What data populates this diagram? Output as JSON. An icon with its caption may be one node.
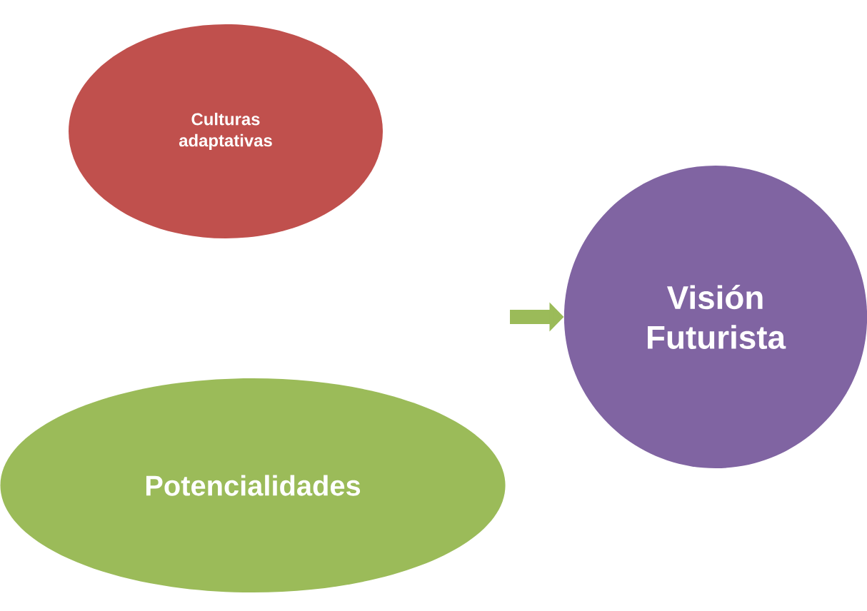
{
  "diagram": {
    "nodes": [
      {
        "text": [
          "Culturas adaptativas"
        ]
      },
      {
        "text": [
          "Potencialidades"
        ]
      },
      {
        "text": [
          "Visión Futurista"
        ]
      }
    ],
    "edges": [
      {
        "from": null,
        "to": 2,
        "arrow": "to"
      }
    ]
  }
}
